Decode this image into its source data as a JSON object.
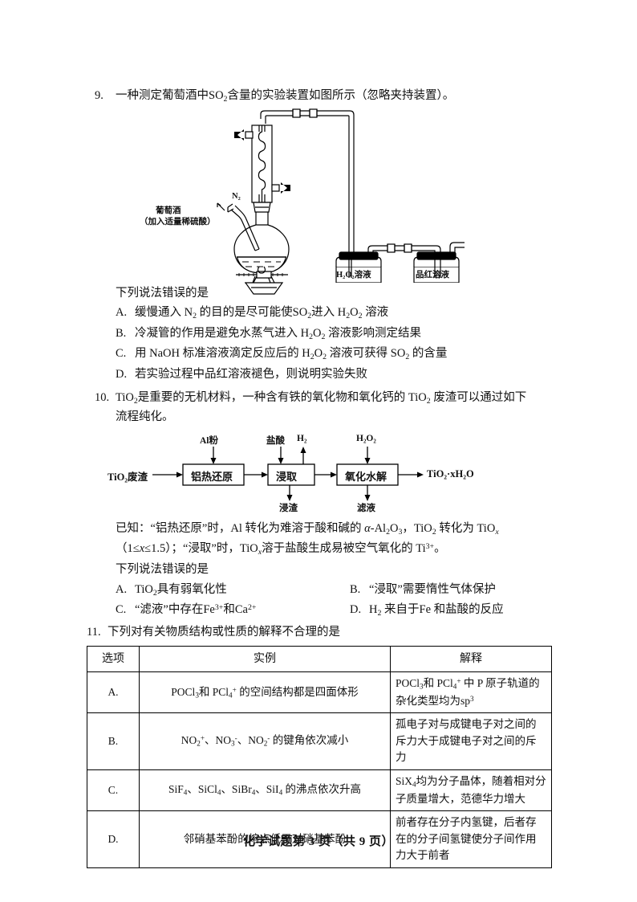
{
  "page": {
    "footer": "化学试题第 3 页（共 9 页）"
  },
  "q9": {
    "number": "9.",
    "stem_html": "一种测定葡萄酒中SO<sub>2</sub>含量的实验装置如图所示（忽略夹持装置）。",
    "figure": {
      "name": "so2-determination-apparatus",
      "labels": {
        "n2": "N₂",
        "wine_line1": "葡萄酒",
        "wine_line2": "（加入适量稀硫酸）",
        "bottle1": "H₂O₂溶液",
        "bottle2": "品红溶液"
      }
    },
    "prompt": "下列说法错误的是",
    "options": [
      {
        "label": "A.",
        "text_html": "缓慢通入 N<sub>2</sub> 的目的是尽可能使SO<sub>2</sub>进入 H<sub>2</sub>O<sub>2</sub> 溶液"
      },
      {
        "label": "B.",
        "text_html": "冷凝管的作用是避免水蒸气进入 H<sub>2</sub>O<sub>2</sub> 溶液影响测定结果"
      },
      {
        "label": "C.",
        "text_html": "用 NaOH 标准溶液滴定反应后的 H<sub>2</sub>O<sub>2</sub> 溶液可获得 SO<sub>2</sub> 的含量"
      },
      {
        "label": "D.",
        "text_html": "若实验过程中品红溶液褪色，则说明实验失败"
      }
    ]
  },
  "q10": {
    "number": "10.",
    "stem_line1_html": "TiO<sub>2</sub>是重要的无机材料，一种含有铁的氧化物和氧化钙的 TiO<sub>2</sub> 废渣可以通过如下",
    "stem_line2_html": "流程纯化。",
    "flowchart": {
      "name": "tio2-purification-flowchart",
      "input": "TiO₂废渣",
      "output": "TiO₂·xH₂O",
      "boxes": [
        "铝热还原",
        "浸取",
        "氧化水解"
      ],
      "reagents": [
        "Al粉",
        "盐酸",
        "H₂",
        "H₂O₂"
      ],
      "byproducts": [
        "浸渣",
        "滤液"
      ]
    },
    "note_line1_html": "已知：“铝热还原”时，Al 转化为难溶于酸和碱的 <span class=\"ital\">α</span>-Al<sub>2</sub>O<sub>3</sub>，TiO<sub>2</sub> 转化为 TiO<sub><span class=\"ital\">x</span></sub>",
    "note_line2_html": "（1≤<span class=\"ital\">x</span>≤1.5）；“浸取”时，TiO<sub><span class=\"ital\">x</span></sub>溶于盐酸生成易被空气氧化的 Ti<sup>3+</sup>。",
    "prompt": "下列说法错误的是",
    "options": [
      {
        "label": "A.",
        "text_html": "TiO<sub>2</sub>具有弱氧化性"
      },
      {
        "label": "B.",
        "text_html": "“浸取”需要惰性气体保护"
      },
      {
        "label": "C.",
        "text_html": "“滤液”中存在Fe<sup>3+</sup>和Ca<sup>2+</sup>"
      },
      {
        "label": "D.",
        "text_html": "H<sub>2</sub> 来自于Fe 和盐酸的反应"
      }
    ]
  },
  "q11": {
    "number": "11.",
    "stem_html": "下列对有关物质结构或性质的解释不合理的是",
    "table": {
      "name": "structure-property-table",
      "headers": [
        "选项",
        "实例",
        "解释"
      ],
      "rows": [
        {
          "option": "A.",
          "example_html": "POCl<sub>3</sub>和 PCl<sub>4</sub><sup>+</sup> 的空间结构都是四面体形",
          "explain_html": "POCl<sub>3</sub>和 PCl<sub>4</sub><sup>+</sup> 中 P 原子轨道的杂化类型均为sp<sup>3</sup>"
        },
        {
          "option": "B.",
          "example_html": "NO<sub>2</sub><sup>+</sup>、NO<sub>3</sub><sup>-</sup>、NO<sub>2</sub><sup>-</sup> 的键角依次减小",
          "explain_html": "孤电子对与成键电子对之间的斥力大于成键电子对之间的斥力"
        },
        {
          "option": "C.",
          "example_html": "SiF<sub>4</sub>、SiCl<sub>4</sub>、SiBr<sub>4</sub>、SiI<sub>4</sub> 的沸点依次升高",
          "explain_html": "SiX<sub>4</sub>均为分子晶体，随着相对分子质量增大，范德华力增大"
        },
        {
          "option": "D.",
          "example_html": "邻硝基苯酚的熔点低于对硝基苯酚",
          "explain_html": "前者存在分子内氢键，后者存在的分子间氢键使分子间作用力大于前者"
        }
      ]
    }
  }
}
